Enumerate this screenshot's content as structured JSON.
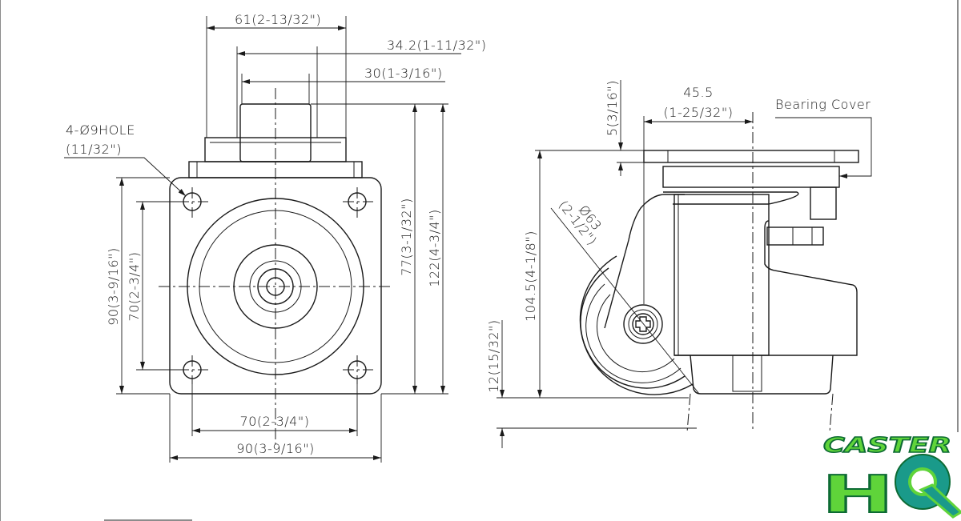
{
  "front_view": {
    "dim_overall_top_width": "61(2-13/32\")",
    "dim_housing_width": "34.2(1-11/32\")",
    "dim_stem_width": "30(1-3/16\")",
    "dim_hole": "4-Ø9HOLE",
    "dim_hole_inch": "(11/32\")",
    "dim_body_height": "77(3-1/32\")",
    "dim_total_height": "122(4-3/4\")",
    "dim_plate_height": "90(3-9/16\")",
    "dim_hole_spacing_v": "70(2-3/4\")",
    "dim_hole_spacing_h": "70(2-3/4\")",
    "dim_plate_width": "90(3-9/16\")"
  },
  "side_view": {
    "dim_offset": "45.5",
    "dim_offset_inch": "(1-25/32\")",
    "dim_plate_thickness": "5(3/16\")",
    "label_bearing_cover": "Bearing Cover",
    "dim_wheel_dia": "Ø63",
    "dim_wheel_dia_inch": "(2-1/2\")",
    "dim_height": "104.5(4-1/8\")",
    "dim_leveling": "12(15/32\")"
  },
  "logo": {
    "line1": "CASTER",
    "line2": "HQ"
  }
}
